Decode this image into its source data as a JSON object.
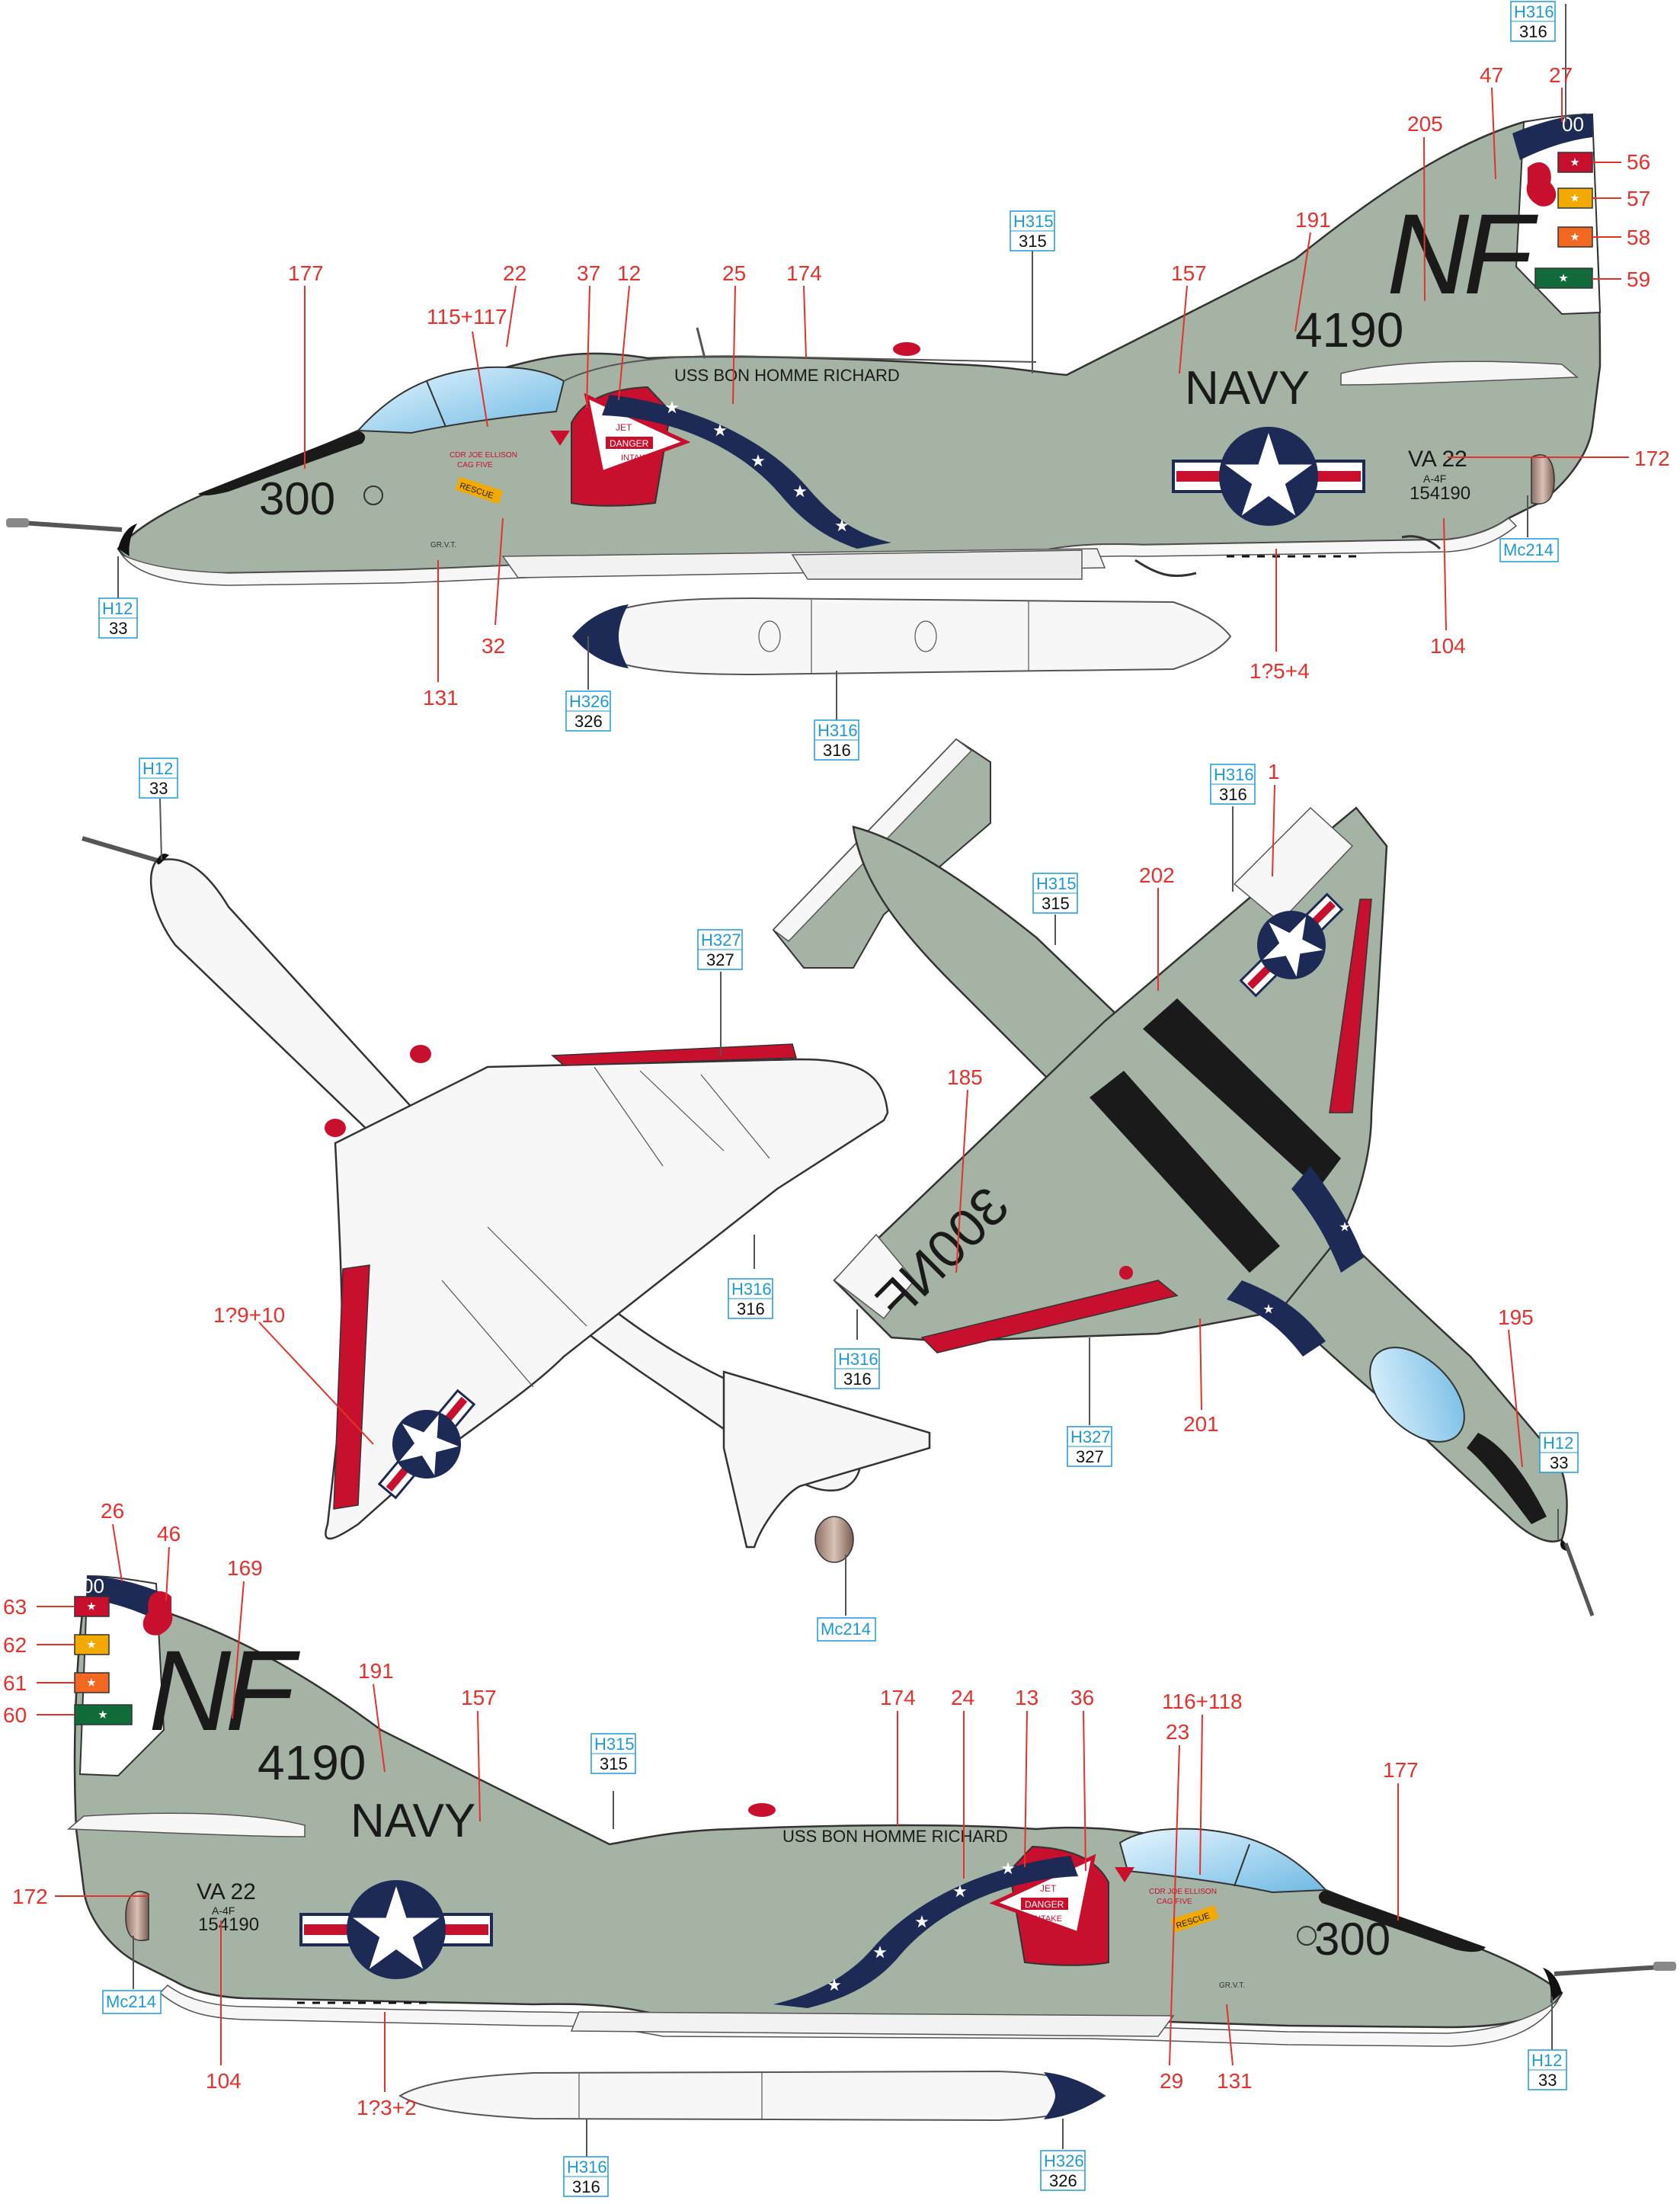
{
  "colors": {
    "callout": "#e4312b",
    "paint_code": "#1c9ad6",
    "upper_grey": "#a5b3a4",
    "under_white": "#f7f7f7",
    "navy_blue": "#1c2a55",
    "insignia_red": "#c8102e",
    "black_band": "#1a1a1a",
    "star_white": "#ffffff",
    "nozzle_metal": "#c4a69a"
  },
  "profile_top": {
    "markings": {
      "modex": "300",
      "serial_tail": "4190",
      "navy": "NAVY",
      "tail_code": "NF",
      "squadron": "VA 22",
      "type": "A-4F",
      "buno": "154190",
      "ship": "USS BON HOMME RICHARD",
      "rudder_top": "00",
      "pilot_name": "CDR JOE ELLISON",
      "pilot_unit": "CAG FIVE",
      "rescue": "RESCUE",
      "danger_jet": "JET",
      "danger": "DANGER",
      "danger_intake": "INTAKE",
      "gr_vt": "GR.V.T."
    },
    "callouts": {
      "c177": "177",
      "c115": "115+117",
      "c22": "22",
      "c37": "37",
      "c12": "12",
      "c25": "25",
      "c174": "174",
      "c157": "157",
      "c191": "191",
      "c205": "205",
      "c47": "47",
      "c27": "27",
      "c56": "56",
      "c57": "57",
      "c58": "58",
      "c59": "59",
      "c172": "172",
      "c104": "104",
      "c125": "1?5+4",
      "c131": "131",
      "c32": "32"
    },
    "codes": {
      "h316_tail": {
        "top": "H316",
        "bot": "316"
      },
      "h315": {
        "top": "H315",
        "bot": "315"
      },
      "h12": {
        "top": "H12",
        "bot": "33"
      },
      "h326": {
        "top": "H326",
        "bot": "326"
      },
      "h316_tank": {
        "top": "H316",
        "bot": "316"
      },
      "mc214": {
        "top": "Mc214"
      }
    }
  },
  "plan_under": {
    "callouts": {
      "c129": "1?9+10"
    },
    "codes": {
      "h12": {
        "top": "H12",
        "bot": "33"
      },
      "h327": {
        "top": "H327",
        "bot": "327"
      },
      "h316": {
        "top": "H316",
        "bot": "316"
      },
      "mc214": {
        "top": "Mc214"
      }
    }
  },
  "plan_upper": {
    "markings": {
      "wing_modex": "300NF"
    },
    "callouts": {
      "c1": "1",
      "c202": "202",
      "c185": "185",
      "c195": "195",
      "c201": "201"
    },
    "codes": {
      "h316_top": {
        "top": "H316",
        "bot": "316"
      },
      "h315": {
        "top": "H315",
        "bot": "315"
      },
      "h316_wing": {
        "top": "H316",
        "bot": "316"
      },
      "h327": {
        "top": "H327",
        "bot": "327"
      },
      "h12": {
        "top": "H12",
        "bot": "33"
      }
    }
  },
  "profile_bottom": {
    "markings": {
      "modex": "300",
      "serial_tail": "4190",
      "navy": "NAVY",
      "tail_code": "NF",
      "squadron": "VA 22",
      "type": "A-4F",
      "buno": "154190",
      "ship": "USS BON HOMME RICHARD",
      "rudder_top": "00",
      "pilot_name": "CDR JOE ELLISON",
      "pilot_unit": "CAG FIVE",
      "rescue": "RESCUE",
      "danger_jet": "JET",
      "danger": "DANGER",
      "danger_intake": "INTAKE",
      "gr_vt": "GR.V.T."
    },
    "callouts": {
      "c26": "26",
      "c46": "46",
      "c169": "169",
      "c63": "63",
      "c62": "62",
      "c61": "61",
      "c60": "60",
      "c191": "191",
      "c157": "157",
      "c174": "174",
      "c24": "24",
      "c13": "13",
      "c36": "36",
      "c116": "116+118",
      "c23": "23",
      "c177": "177",
      "c172": "172",
      "c104": "104",
      "c123": "1?3+2",
      "c29": "29",
      "c131": "131"
    },
    "codes": {
      "h315": {
        "top": "H315",
        "bot": "315"
      },
      "mc214": {
        "top": "Mc214"
      },
      "h316_tank": {
        "top": "H316",
        "bot": "316"
      },
      "h326": {
        "top": "H326",
        "bot": "326"
      },
      "h12": {
        "top": "H12",
        "bot": "33"
      }
    }
  }
}
